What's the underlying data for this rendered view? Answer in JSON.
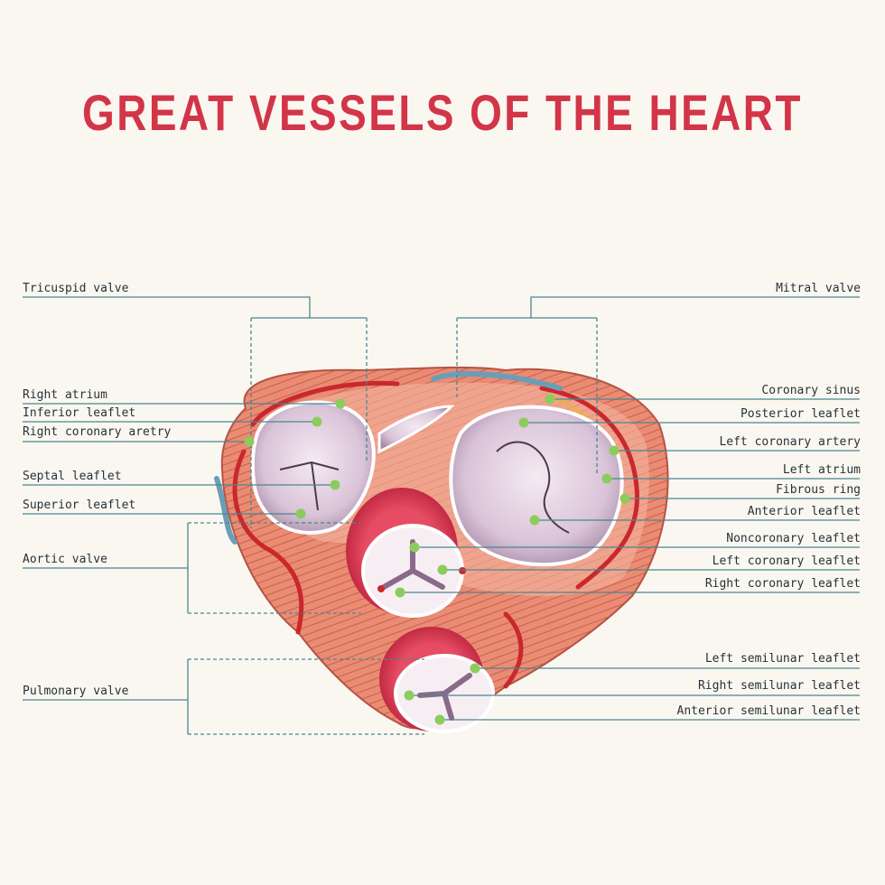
{
  "title": "GREAT VESSELS OF THE HEART",
  "colors": {
    "title": "#d33548",
    "leader_line": "#4a8690",
    "marker": "#8ccc5c",
    "muscle": "#e8856f",
    "valve": "#dcc8dc",
    "vessel_red": "#c9282c",
    "vessel_blue": "#6a9eb6"
  },
  "labels_left": [
    "Tricuspid valve",
    "Right atrium",
    "Inferior leaflet",
    "Right coronary aretry",
    "Septal leaflet",
    "Superior leaflet",
    "Aortic valve",
    "Pulmonary valve"
  ],
  "labels_right": [
    "Mitral valve",
    "Coronary sinus",
    "Posterior leaflet",
    "Left coronary artery",
    "Left atrium",
    "Fibrous ring",
    "Anterior leaflet",
    "Noncoronary leaflet",
    "Left coronary leaflet",
    "Right coronary leaflet",
    "Left semilunar leaflet",
    "Right semilunar leaflet",
    "Anterior semilunar leaflet"
  ]
}
